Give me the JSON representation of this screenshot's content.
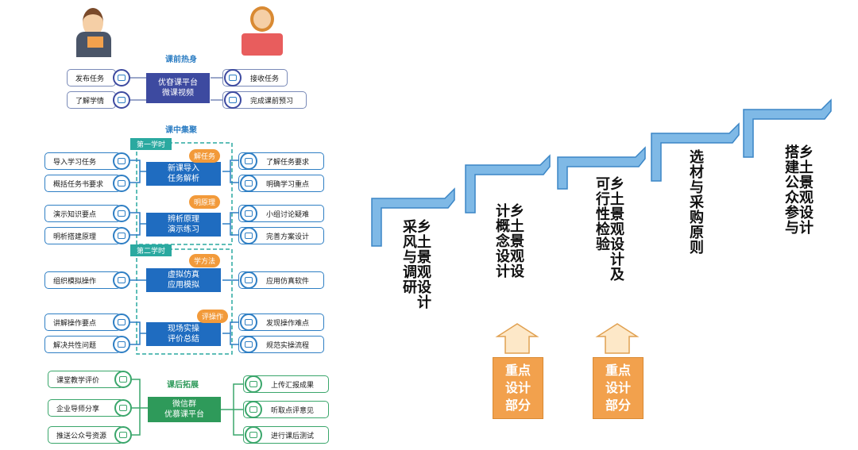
{
  "left_flow": {
    "pre_class": {
      "title": "课前热身",
      "center": [
        "优昚课平台",
        "微课视频"
      ],
      "teacher_items": [
        "发布任务",
        "了解学情"
      ],
      "student_items": [
        "接收任务",
        "完成课前预习"
      ]
    },
    "in_class": {
      "title": "课中集聚",
      "lesson1": "第一学时",
      "lesson2": "第二学时",
      "blocks": [
        {
          "center": [
            "新课导入",
            "任务解析"
          ],
          "tag": "解任务",
          "left": [
            "导入学习任务",
            "概括任务书要求"
          ],
          "right": [
            "了解任务要求",
            "明确学习重点"
          ]
        },
        {
          "center": [
            "辨析原理",
            "演示练习"
          ],
          "tag": "明原理",
          "left": [
            "演示知识要点",
            "明析搭建原理"
          ],
          "right": [
            "小组讨论疑难",
            "完善方案设计"
          ]
        },
        {
          "center": [
            "虚拟仿真",
            "应用模拟"
          ],
          "tag": "学方法",
          "left": [
            "组织模拟操作"
          ],
          "right": [
            "应用仿真软件"
          ]
        },
        {
          "center": [
            "现场实操",
            "评价总结"
          ],
          "tag": "评操作",
          "left": [
            "讲解操作要点",
            "解决共性问题"
          ],
          "right": [
            "发现操作难点",
            "规范实操流程"
          ]
        }
      ]
    },
    "post_class": {
      "title": "课后拓展",
      "center": [
        "微信群",
        "优慕课平台"
      ],
      "left": [
        "课堂教学评价",
        "企业导师分享",
        "推送公众号资源"
      ],
      "right": [
        "上传汇报成果",
        "听取点评意见",
        "进行课后测试"
      ]
    }
  },
  "stairs": {
    "steps": [
      "乡土景观设计采风与调研",
      "乡土景观设计概念设计",
      "乡土景观设计及可行性检验",
      "选材与采购原则",
      "乡土景观设计搭建公众参与"
    ],
    "focus_boxes": [
      "重点设计部分",
      "重点设计部分"
    ]
  },
  "colors": {
    "blue": "#1f6cc0",
    "green": "#2e9a5a",
    "orange": "#f2a14d",
    "stair": "#7fb9e6"
  }
}
